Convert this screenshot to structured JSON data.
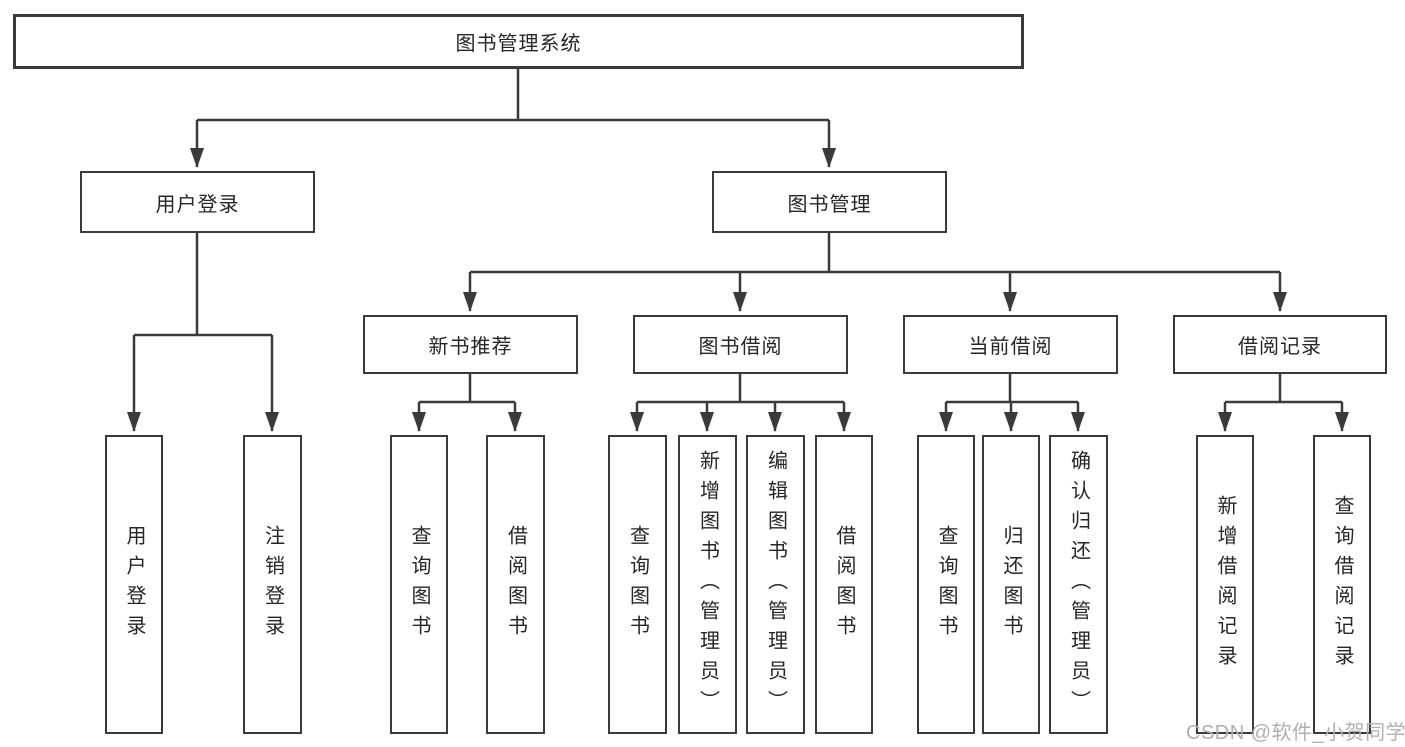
{
  "diagram": {
    "title": "图书管理系统",
    "root": {
      "label": "图书管理系统"
    },
    "level2": [
      {
        "label": "用户登录"
      },
      {
        "label": "图书管理"
      }
    ],
    "level3": [
      {
        "label": "新书推荐",
        "parent": "图书管理"
      },
      {
        "label": "图书借阅",
        "parent": "图书管理"
      },
      {
        "label": "当前借阅",
        "parent": "图书管理"
      },
      {
        "label": "借阅记录",
        "parent": "图书管理"
      }
    ],
    "leaves": [
      {
        "label": "用户登录",
        "parent": "用户登录"
      },
      {
        "label": "注销登录",
        "parent": "用户登录"
      },
      {
        "label": "查询图书",
        "parent": "新书推荐"
      },
      {
        "label": "借阅图书",
        "parent": "新书推荐"
      },
      {
        "label": "查询图书",
        "parent": "图书借阅"
      },
      {
        "label": "新增图书（管理员）",
        "parent": "图书借阅"
      },
      {
        "label": "编辑图书（管理员）",
        "parent": "图书借阅"
      },
      {
        "label": "借阅图书",
        "parent": "图书借阅"
      },
      {
        "label": "查询图书",
        "parent": "当前借阅"
      },
      {
        "label": "归还图书",
        "parent": "当前借阅"
      },
      {
        "label": "确认归还（管理员）",
        "parent": "当前借阅"
      },
      {
        "label": "新增借阅记录",
        "parent": "借阅记录"
      },
      {
        "label": "查询借阅记录",
        "parent": "借阅记录"
      }
    ]
  },
  "watermark": {
    "text": "CSDN @软件_小贺同学"
  },
  "colors": {
    "background": "#ffffff",
    "line": "#3a3a3a",
    "text": "#262626",
    "watermark": "#b1afaf"
  }
}
